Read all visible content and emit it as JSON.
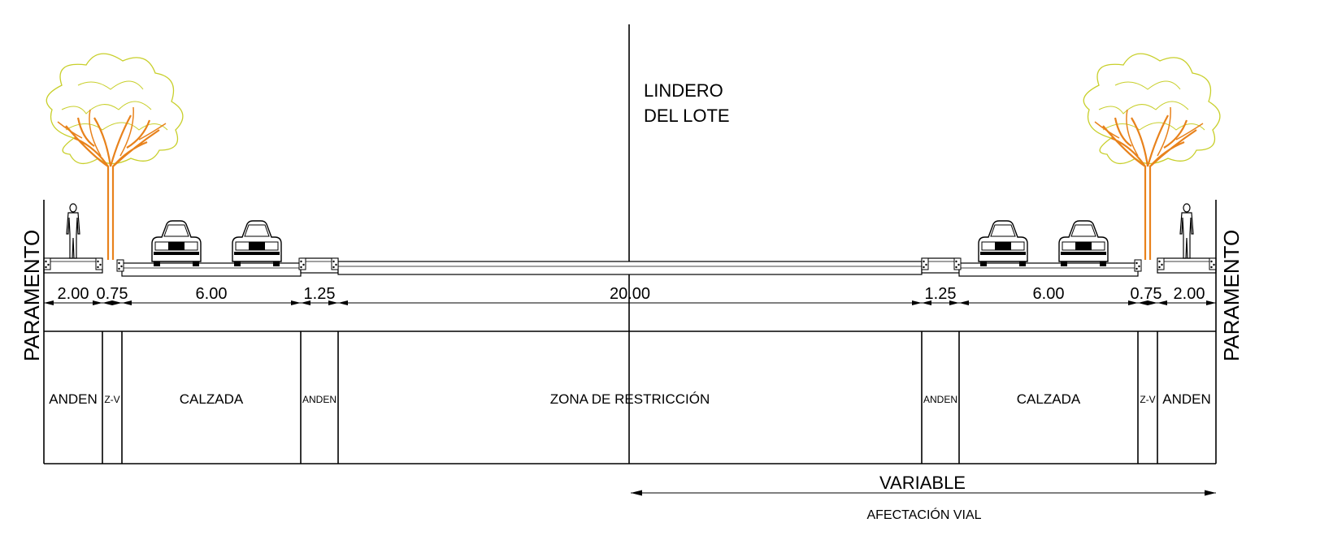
{
  "boundary_label": [
    "LINDERO",
    "DEL LOTE"
  ],
  "facade_label_left": "PARAMENTO",
  "facade_label_right": "PARAMENTO",
  "dimensions": {
    "d1": "2.00",
    "d2": "0.75",
    "d3": "6.00",
    "d4": "1.25",
    "d5": "20.00",
    "d6": "1.25",
    "d7": "6.00",
    "d8": "0.75",
    "d9": "2.00"
  },
  "zones": {
    "z1": "ANDEN",
    "z2": "Z-V",
    "z3": "CALZADA",
    "z4": "ANDEN",
    "z5": "ZONA DE RESTRICCIÓN",
    "z6": "ANDEN",
    "z7": "CALZADA",
    "z8": "Z-V",
    "z9": "ANDEN"
  },
  "variable_label": "VARIABLE",
  "afectacion_label": "AFECTACIÓN VIAL",
  "colors": {
    "line": "#000000",
    "tree_canopy": "#c8cf2a",
    "tree_trunk": "#e8821c"
  }
}
